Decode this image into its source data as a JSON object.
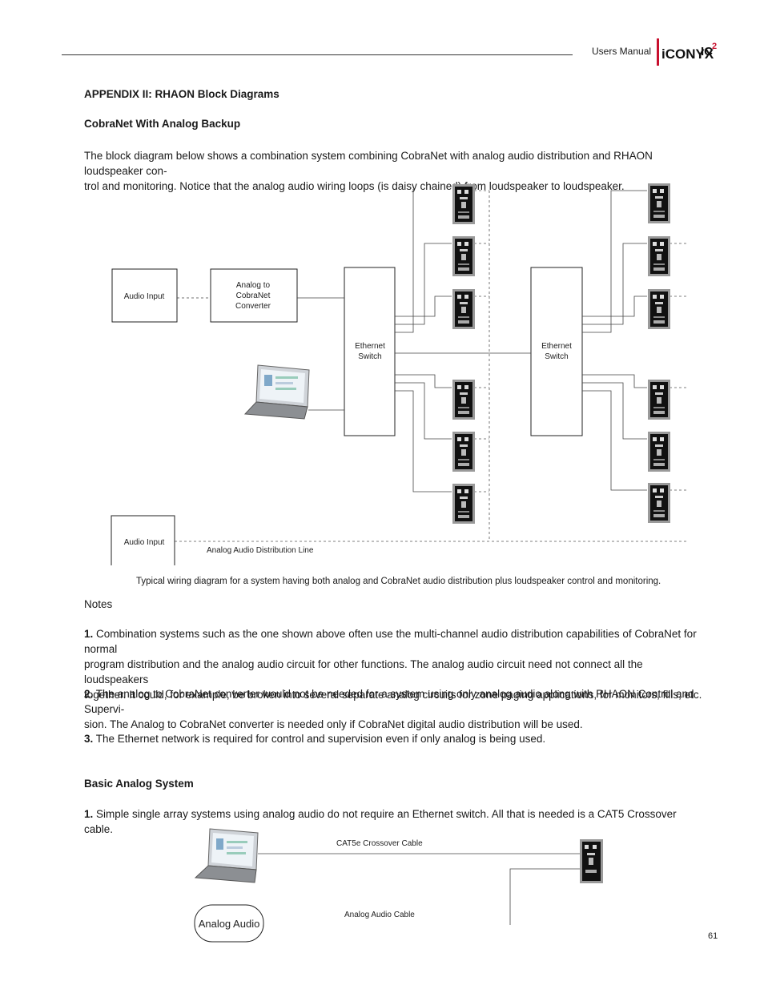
{
  "header": {
    "manual_label": "Users Manual",
    "logo_text": "iCONYX",
    "logo_suffix": "IC",
    "logo_superscript": "2",
    "brand_color": "#c8102e"
  },
  "appendix_title": "APPENDIX II:  RHAON Block Diagrams",
  "section1": {
    "title": "CobraNet With Analog Backup",
    "intro_line1": "The block diagram below shows a combination system combining CobraNet with analog audio distribution and RHAON loudspeaker con-",
    "intro_line2": "trol and monitoring. Notice that the analog audio wiring loops (is daisy chained) from loudspeaker to loudspeaker."
  },
  "diagram1": {
    "audio_input_1": "Audio Input",
    "converter": [
      "Analog to",
      "CobraNet",
      "Converter"
    ],
    "switch_left": [
      "Ethernet",
      "Switch"
    ],
    "switch_right": [
      "Ethernet",
      "Switch"
    ],
    "audio_input_2": "Audio Input",
    "analog_line": "Analog Audio Distribution Line"
  },
  "caption": "Typical wiring diagram for a system having both analog and CobraNet audio distribution plus loudspeaker control and monitoring.",
  "notes_label": "Notes",
  "notes": [
    {
      "num": "1.",
      "lines": [
        " Combination systems such as the one shown above often use the multi-channel audio distribution capabilities of CobraNet for normal",
        "program distribution and the analog audio circuit for other functions.  The analog audio circuit need not connect all the loudspeakers",
        "together. It could, for example, be broken into several separate analog circuits for zone paging applications, for monitors, fills, etc."
      ]
    },
    {
      "num": "2.",
      "lines": [
        " The analog to CobraNet converter would not be needed for a system using only analog audio along with RHAON Control and Supervi-",
        "sion. The Analog to CobraNet converter is needed only if CobraNet digital audio distribution will be used."
      ]
    },
    {
      "num": "3.",
      "lines": [
        " The Ethernet network is required for control and supervision even if only analog is being used."
      ]
    }
  ],
  "section2": {
    "title": "Basic Analog System",
    "num": "1.",
    "text": " Simple single array systems using analog audio do not require an Ethernet switch. All that is needed is a CAT5 Crossover cable."
  },
  "diagram2": {
    "cable_label": "CAT5e Crossover Cable",
    "audio_label": "Analog Audio",
    "audio_cable_label": "Analog Audio Cable"
  },
  "page_number": "61"
}
